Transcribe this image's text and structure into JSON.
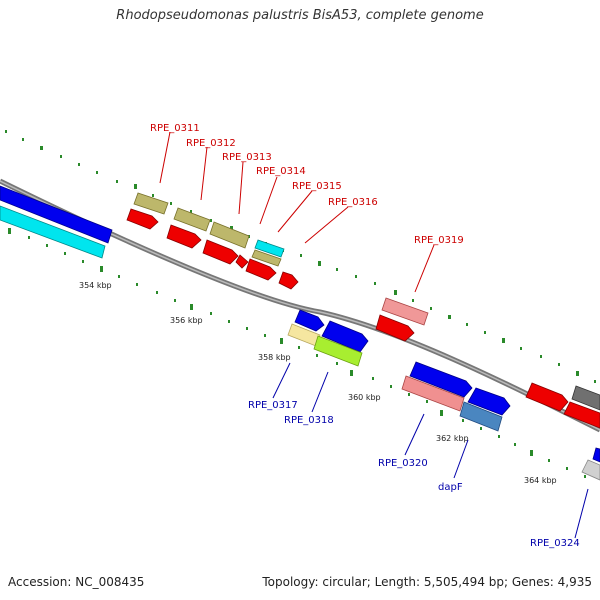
{
  "title": "Rhodopseudomonas palustris BisA53, complete genome",
  "accession": "Accession: NC_008435",
  "topology": "Topology: circular; Length: 5,505,494 bp; Genes: 4,935",
  "colors": {
    "backbone": "#888888",
    "tick": "#2a8a2a",
    "red_label": "#cc0000",
    "blue_label": "#0000aa"
  },
  "tick_labels": [
    "354 kbp",
    "356 kbp",
    "358 kbp",
    "360 kbp",
    "362 kbp",
    "364 kbp"
  ],
  "gene_labels_top": [
    "RPE_0311",
    "RPE_0312",
    "RPE_0313",
    "RPE_0314",
    "RPE_0315",
    "RPE_0316",
    "RPE_0319"
  ],
  "gene_labels_bottom": [
    "RPE_0317",
    "RPE_0318",
    "RPE_0320",
    "dapF",
    "RPE_0324"
  ]
}
